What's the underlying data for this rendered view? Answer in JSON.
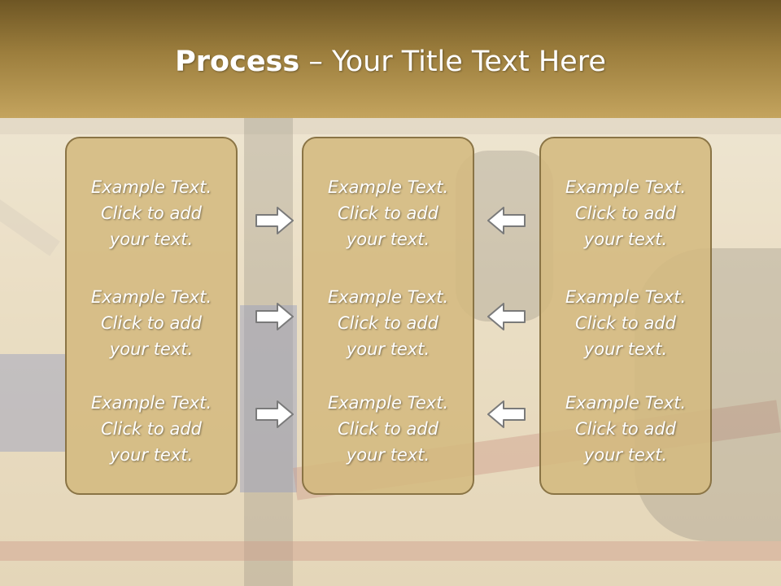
{
  "title": {
    "bold": "Process",
    "rest": " – Your Title Text Here"
  },
  "columns": [
    {
      "items": [
        "Example Text.\nClick  to add\nyour text.",
        "Example Text.\nClick  to add\nyour text.",
        "Example Text.\nClick  to add\nyour text."
      ]
    },
    {
      "items": [
        "Example Text.\nClick  to add\nyour text.",
        "Example Text.\nClick  to add\nyour text.",
        "Example Text.\nClick  to add\nyour text."
      ]
    },
    {
      "items": [
        "Example Text.\nClick  to add\nyour text.",
        "Example Text.\nClick  to add\nyour text.",
        "Example Text.\nClick  to add\nyour text."
      ]
    }
  ],
  "arrows": {
    "left_group": "right-arrow-icon",
    "right_group": "left-arrow-icon"
  },
  "colors": {
    "header_top": "#6e5624",
    "header_bottom": "#c4a45e",
    "box_fill": "#d4ba7f",
    "box_border": "#8a7445",
    "text": "#ffffff"
  }
}
